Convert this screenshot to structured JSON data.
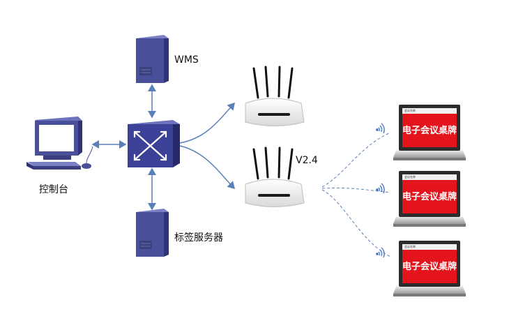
{
  "labels": {
    "wms": "WMS",
    "console": "控制台",
    "tag_server": "标签服务器",
    "router_version": "V2.4"
  },
  "signs": [
    {
      "header": "会议名称",
      "title": "电子会议桌牌"
    },
    {
      "header": "会议名称",
      "title": "电子会议桌牌"
    },
    {
      "header": "会议名称",
      "title": "电子会议桌牌"
    }
  ],
  "colors": {
    "server": "#4a4f9a",
    "switch": "#3b4196",
    "link": "#5b7fb8",
    "sign_screen": "#e3141b"
  }
}
